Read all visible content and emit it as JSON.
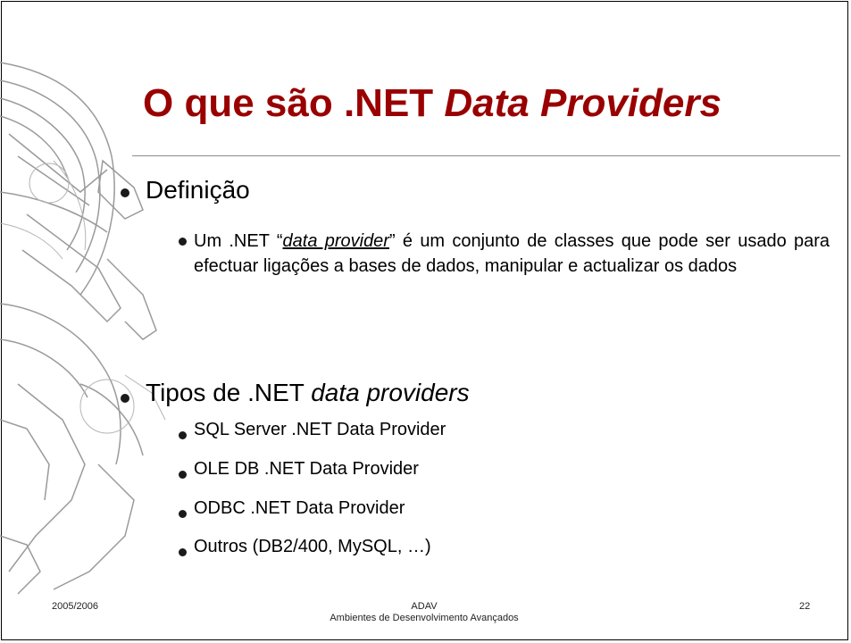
{
  "slide": {
    "title": {
      "prefix": "O que são .NET ",
      "emphasis": "Data Providers"
    },
    "sections": [
      {
        "heading": "Definição",
        "paragraph": {
          "before": "Um .NET “",
          "term": "data provider",
          "after": "” é um conjunto de classes que pode ser usado para efectuar ligações a bases de dados, manipular e actualizar os dados"
        }
      },
      {
        "heading_prefix": "Tipos de .NET ",
        "heading_emphasis": "data providers",
        "items": [
          "SQL Server .NET Data Provider",
          "OLE DB .NET Data Provider",
          "ODBC .NET Data Provider",
          "Outros (DB2/400, MySQL, …)"
        ]
      }
    ],
    "footer": {
      "left": "2005/2006",
      "center_line1": "ADAV",
      "center_line2": "Ambientes de Desenvolvimento Avançados",
      "right": "22"
    }
  },
  "colors": {
    "title": "#990000",
    "text": "#000000",
    "decor": "#9a9a9a"
  }
}
